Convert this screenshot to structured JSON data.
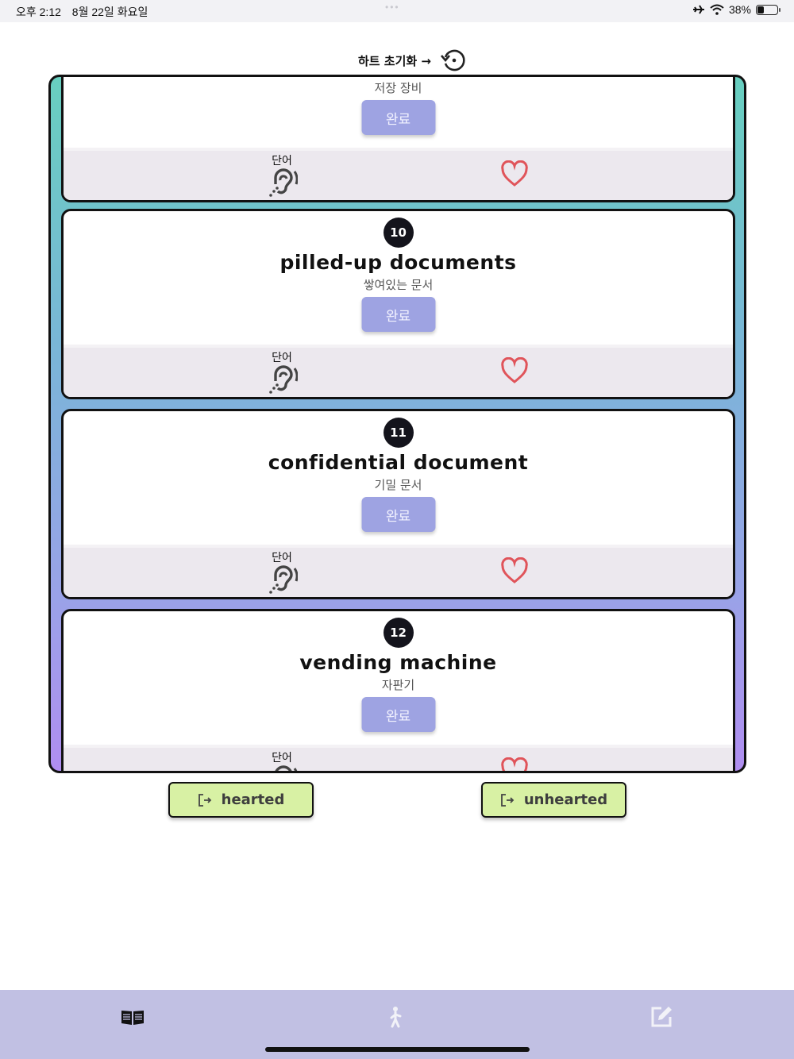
{
  "status_bar": {
    "time": "오후 2:12",
    "date": "8월 22일 화요일",
    "battery": "38%",
    "battery_level": 0.38
  },
  "reset": {
    "label": "하트 초기화 →"
  },
  "cards": [
    {
      "number": "",
      "word": "",
      "meaning": "저장 장비",
      "done_label": "완료",
      "speak_label": "단어"
    },
    {
      "number": "10",
      "word": "pilled-up documents",
      "meaning": "쌓여있는 문서",
      "done_label": "완료",
      "speak_label": "단어"
    },
    {
      "number": "11",
      "word": "confidential document",
      "meaning": "기밀 문서",
      "done_label": "완료",
      "speak_label": "단어"
    },
    {
      "number": "12",
      "word": "vending machine",
      "meaning": "자판기",
      "done_label": "완료",
      "speak_label": "단어"
    }
  ],
  "buttons": {
    "hearted": "hearted",
    "unhearted": "unhearted"
  },
  "colors": {
    "accent": "#9ea3e2",
    "heart": "#e0545a",
    "button_bg": "#d8f1a4",
    "tab_bar": "#c1c0e3"
  },
  "tabs": [
    {
      "icon": "book-icon"
    },
    {
      "icon": "walking-person-icon"
    },
    {
      "icon": "edit-icon"
    }
  ]
}
